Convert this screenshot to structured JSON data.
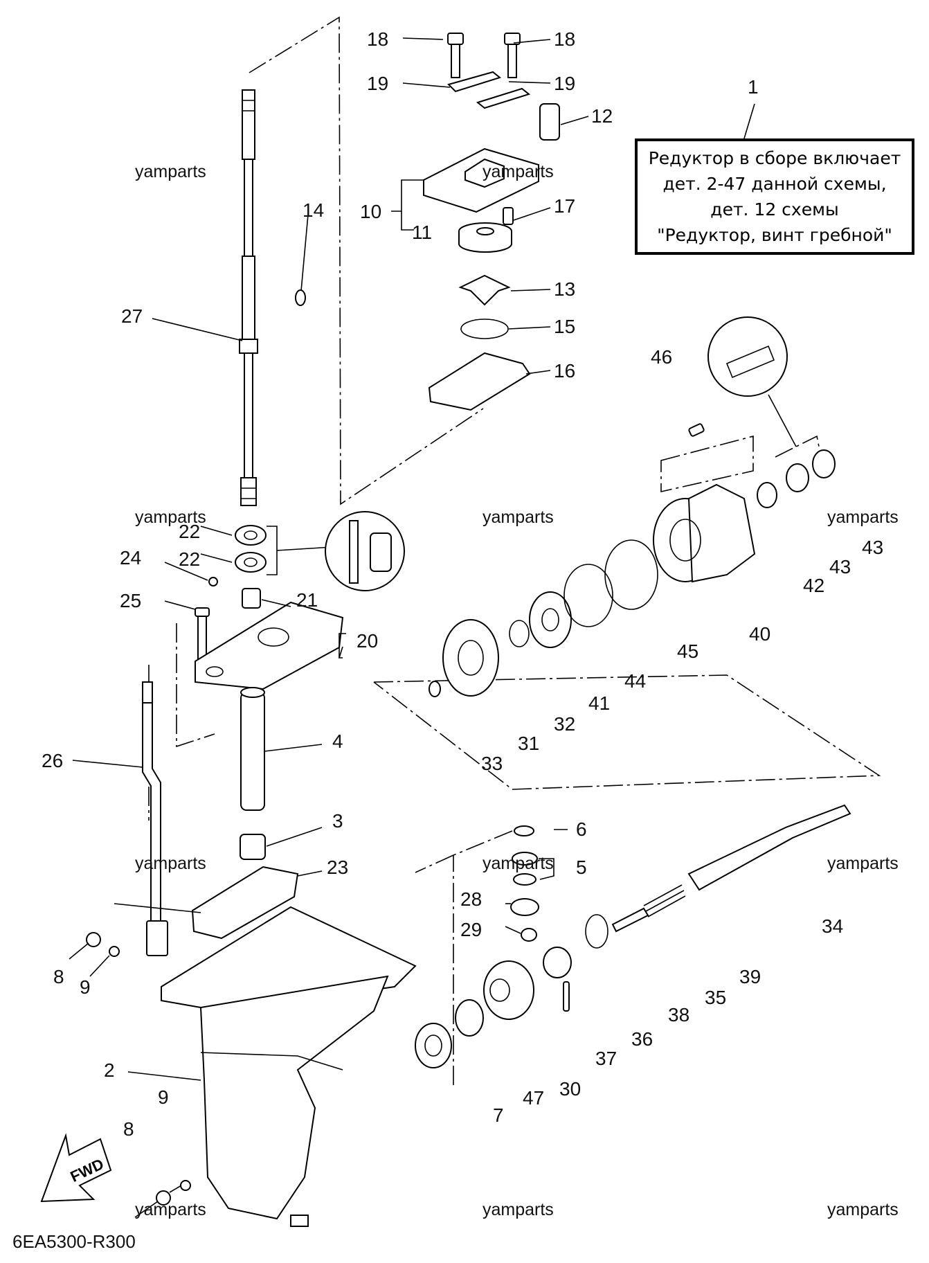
{
  "diagram_code": "6EA5300-R300",
  "watermark": "yamparts",
  "note": {
    "lines": [
      "Редуктор в сборе включает",
      "дет. 2-47 данной схемы,",
      "дет. 12 схемы",
      "\"Редуктор, винт гребной\""
    ]
  },
  "fwd_label": "FWD",
  "callouts": [
    "1",
    "2",
    "3",
    "4",
    "5",
    "6",
    "7",
    "8",
    "8",
    "9",
    "9",
    "10",
    "11",
    "12",
    "13",
    "14",
    "15",
    "16",
    "17",
    "18",
    "18",
    "19",
    "19",
    "20",
    "21",
    "22",
    "22",
    "23",
    "24",
    "25",
    "26",
    "27",
    "28",
    "29",
    "30",
    "31",
    "32",
    "33",
    "34",
    "35",
    "36",
    "37",
    "38",
    "39",
    "40",
    "41",
    "42",
    "43",
    "43",
    "44",
    "45",
    "46",
    "47"
  ]
}
